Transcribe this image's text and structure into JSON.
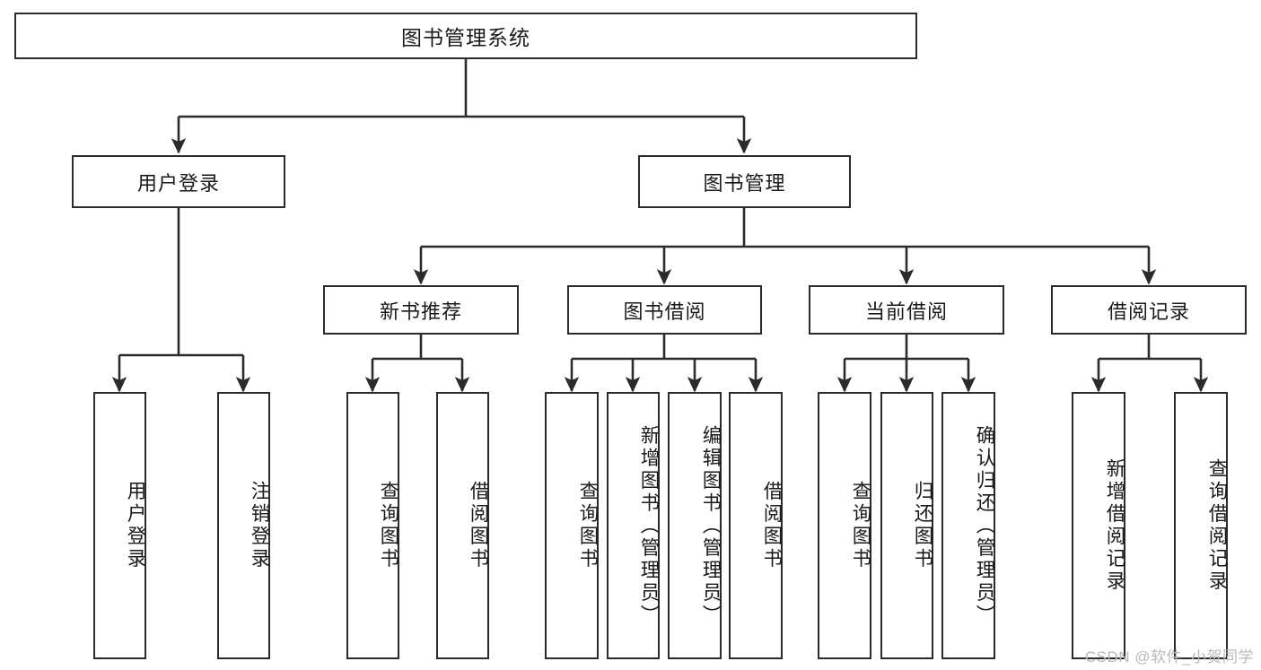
{
  "diagram": {
    "title": "图书管理系统",
    "type": "tree-hierarchy",
    "watermark": "CSDN @软件_小贺同学",
    "colors": {
      "stroke": "#2b2b2b",
      "fill": "#ffffff",
      "text": "#1a1a1a",
      "watermark": "#b9b9b9"
    },
    "nodes": {
      "root": {
        "label": "图书管理系统",
        "orientation": "horizontal"
      },
      "l2": [
        {
          "id": "user-login",
          "label": "用户登录",
          "orientation": "horizontal"
        },
        {
          "id": "book-manage",
          "label": "图书管理",
          "orientation": "horizontal"
        }
      ],
      "l3": [
        {
          "id": "new-book-recommend",
          "label": "新书推荐",
          "orientation": "horizontal"
        },
        {
          "id": "book-borrow",
          "label": "图书借阅",
          "orientation": "horizontal"
        },
        {
          "id": "current-borrow",
          "label": "当前借阅",
          "orientation": "horizontal"
        },
        {
          "id": "borrow-record",
          "label": "借阅记录",
          "orientation": "horizontal"
        }
      ],
      "leaves": [
        {
          "id": "leaf-user-login",
          "label": "用户登录",
          "parent": "user-login",
          "orientation": "vertical"
        },
        {
          "id": "leaf-user-logout",
          "label": "注销登录",
          "parent": "user-login",
          "orientation": "vertical"
        },
        {
          "id": "leaf-query-book-1",
          "label": "查询图书",
          "parent": "new-book-recommend",
          "orientation": "vertical"
        },
        {
          "id": "leaf-borrow-book-1",
          "label": "借阅图书",
          "parent": "new-book-recommend",
          "orientation": "vertical"
        },
        {
          "id": "leaf-query-book-2",
          "label": "查询图书",
          "parent": "book-borrow",
          "orientation": "vertical"
        },
        {
          "id": "leaf-add-book",
          "label": "新增图书（管理员）",
          "parent": "book-borrow",
          "orientation": "vertical"
        },
        {
          "id": "leaf-edit-book",
          "label": "编辑图书（管理员）",
          "parent": "book-borrow",
          "orientation": "vertical"
        },
        {
          "id": "leaf-borrow-book-2",
          "label": "借阅图书",
          "parent": "book-borrow",
          "orientation": "vertical"
        },
        {
          "id": "leaf-query-book-3",
          "label": "查询图书",
          "parent": "current-borrow",
          "orientation": "vertical"
        },
        {
          "id": "leaf-return-book",
          "label": "归还图书",
          "parent": "current-borrow",
          "orientation": "vertical"
        },
        {
          "id": "leaf-confirm-return",
          "label": "确认归还（管理员）",
          "parent": "current-borrow",
          "orientation": "vertical"
        },
        {
          "id": "leaf-add-record",
          "label": "新增借阅记录",
          "parent": "borrow-record",
          "orientation": "vertical"
        },
        {
          "id": "leaf-query-record",
          "label": "查询借阅记录",
          "parent": "borrow-record",
          "orientation": "vertical"
        }
      ]
    }
  }
}
